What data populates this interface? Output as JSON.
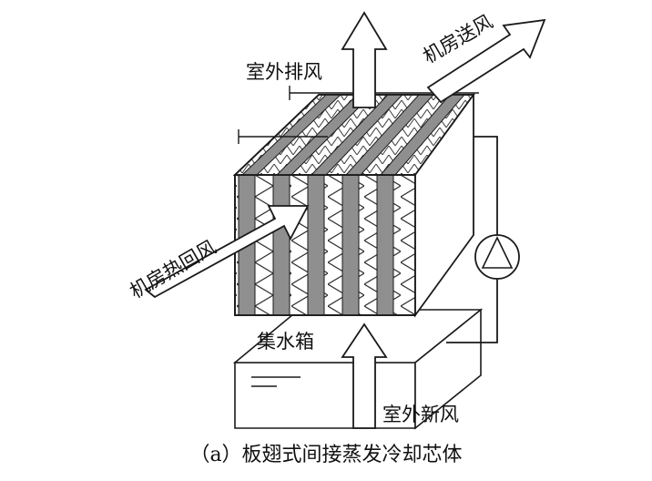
{
  "labels": {
    "outdoor_exhaust": "室外排风",
    "room_supply": "机房送风",
    "room_return": "机房热回风",
    "water_tank": "集水箱",
    "outdoor_fresh": "室外新风"
  },
  "caption": "（a）板翅式间接蒸发冷却芯体",
  "colors": {
    "plate": "#8f8f8f",
    "line": "#1a1a1a",
    "background": "#ffffff"
  },
  "icons": [
    "pump-icon"
  ]
}
